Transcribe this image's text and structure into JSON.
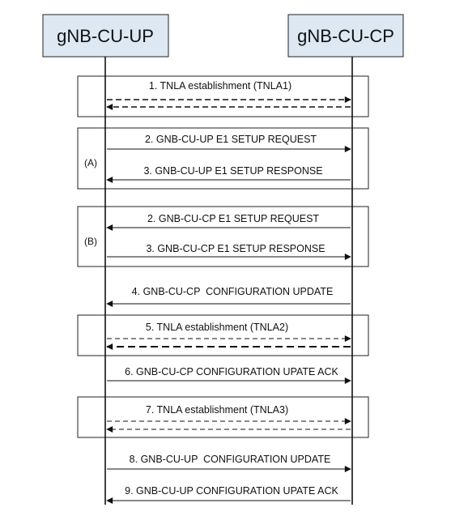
{
  "entities": {
    "left": "gNB-CU-UP",
    "right": "gNB-CU-CP"
  },
  "groups": [
    {
      "id": "tnla1",
      "label": ""
    },
    {
      "id": "a",
      "label": "(A)"
    },
    {
      "id": "b",
      "label": "(B)"
    },
    {
      "id": "tnla2",
      "label": ""
    },
    {
      "id": "tnla3",
      "label": ""
    }
  ],
  "messages": [
    {
      "id": "m1",
      "text": "1. TNLA establishment (TNLA1)",
      "direction": "both",
      "style": "dashed"
    },
    {
      "id": "m2",
      "text": "2. GNB-CU-UP E1 SETUP REQUEST",
      "direction": "right",
      "style": "solid"
    },
    {
      "id": "m3",
      "text": "3. GNB-CU-UP E1 SETUP RESPONSE",
      "direction": "left",
      "style": "solid"
    },
    {
      "id": "m4",
      "text": "2. GNB-CU-CP E1 SETUP REQUEST",
      "direction": "left",
      "style": "solid"
    },
    {
      "id": "m5",
      "text": "3. GNB-CU-CP E1 SETUP RESPONSE",
      "direction": "right",
      "style": "solid"
    },
    {
      "id": "m6",
      "text": "4. GNB-CU-CP  CONFIGURATION UPDATE",
      "direction": "left",
      "style": "solid"
    },
    {
      "id": "m7",
      "text": "5. TNLA establishment (TNLA2)",
      "direction": "both",
      "style": "dashed"
    },
    {
      "id": "m8",
      "text": "6. GNB-CU-CP CONFIGURATION UPATE ACK",
      "direction": "right",
      "style": "solid"
    },
    {
      "id": "m9",
      "text": "7. TNLA establishment (TNLA3)",
      "direction": "both",
      "style": "dashed"
    },
    {
      "id": "m10",
      "text": "8. GNB-CU-UP  CONFIGURATION UPDATE",
      "direction": "right",
      "style": "solid"
    },
    {
      "id": "m11",
      "text": "9. GNB-CU-UP CONFIGURATION UPATE ACK",
      "direction": "left",
      "style": "solid"
    }
  ]
}
